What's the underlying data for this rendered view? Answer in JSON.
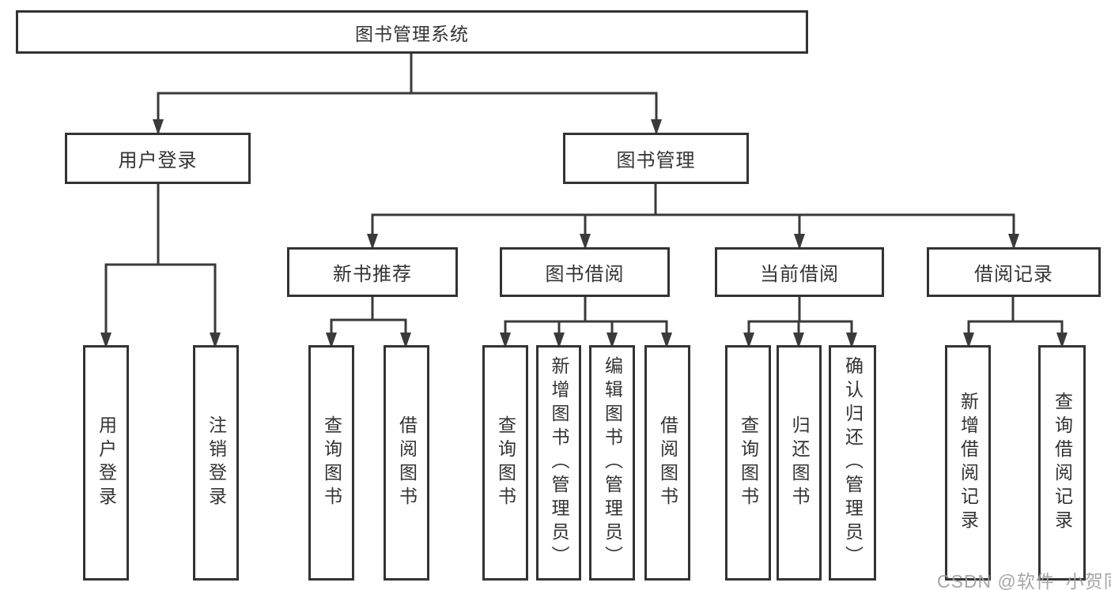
{
  "tree": {
    "root": {
      "label": "图书管理系统"
    },
    "branches": [
      {
        "label": "用户登录",
        "children": [
          {
            "label": "用户登录"
          },
          {
            "label": "注销登录"
          }
        ]
      },
      {
        "label": "图书管理",
        "children": [
          {
            "label": "新书推荐",
            "children": [
              {
                "label": "查询图书"
              },
              {
                "label": "借阅图书"
              }
            ]
          },
          {
            "label": "图书借阅",
            "children": [
              {
                "label": "查询图书"
              },
              {
                "label": "新增图书（管理员）"
              },
              {
                "label": "编辑图书（管理员）"
              },
              {
                "label": "借阅图书"
              }
            ]
          },
          {
            "label": "当前借阅",
            "children": [
              {
                "label": "查询图书"
              },
              {
                "label": "归还图书"
              },
              {
                "label": "确认归还（管理员）"
              }
            ]
          },
          {
            "label": "借阅记录",
            "children": [
              {
                "label": "新增借阅记录"
              },
              {
                "label": "查询借阅记录"
              }
            ]
          }
        ]
      }
    ]
  },
  "watermark": {
    "text": "CSDN @软件_小贺同学"
  },
  "colors": {
    "line": "#3a3a3a",
    "box_border": "#333333",
    "text": "#333333",
    "watermark": "#9e9e9e"
  }
}
